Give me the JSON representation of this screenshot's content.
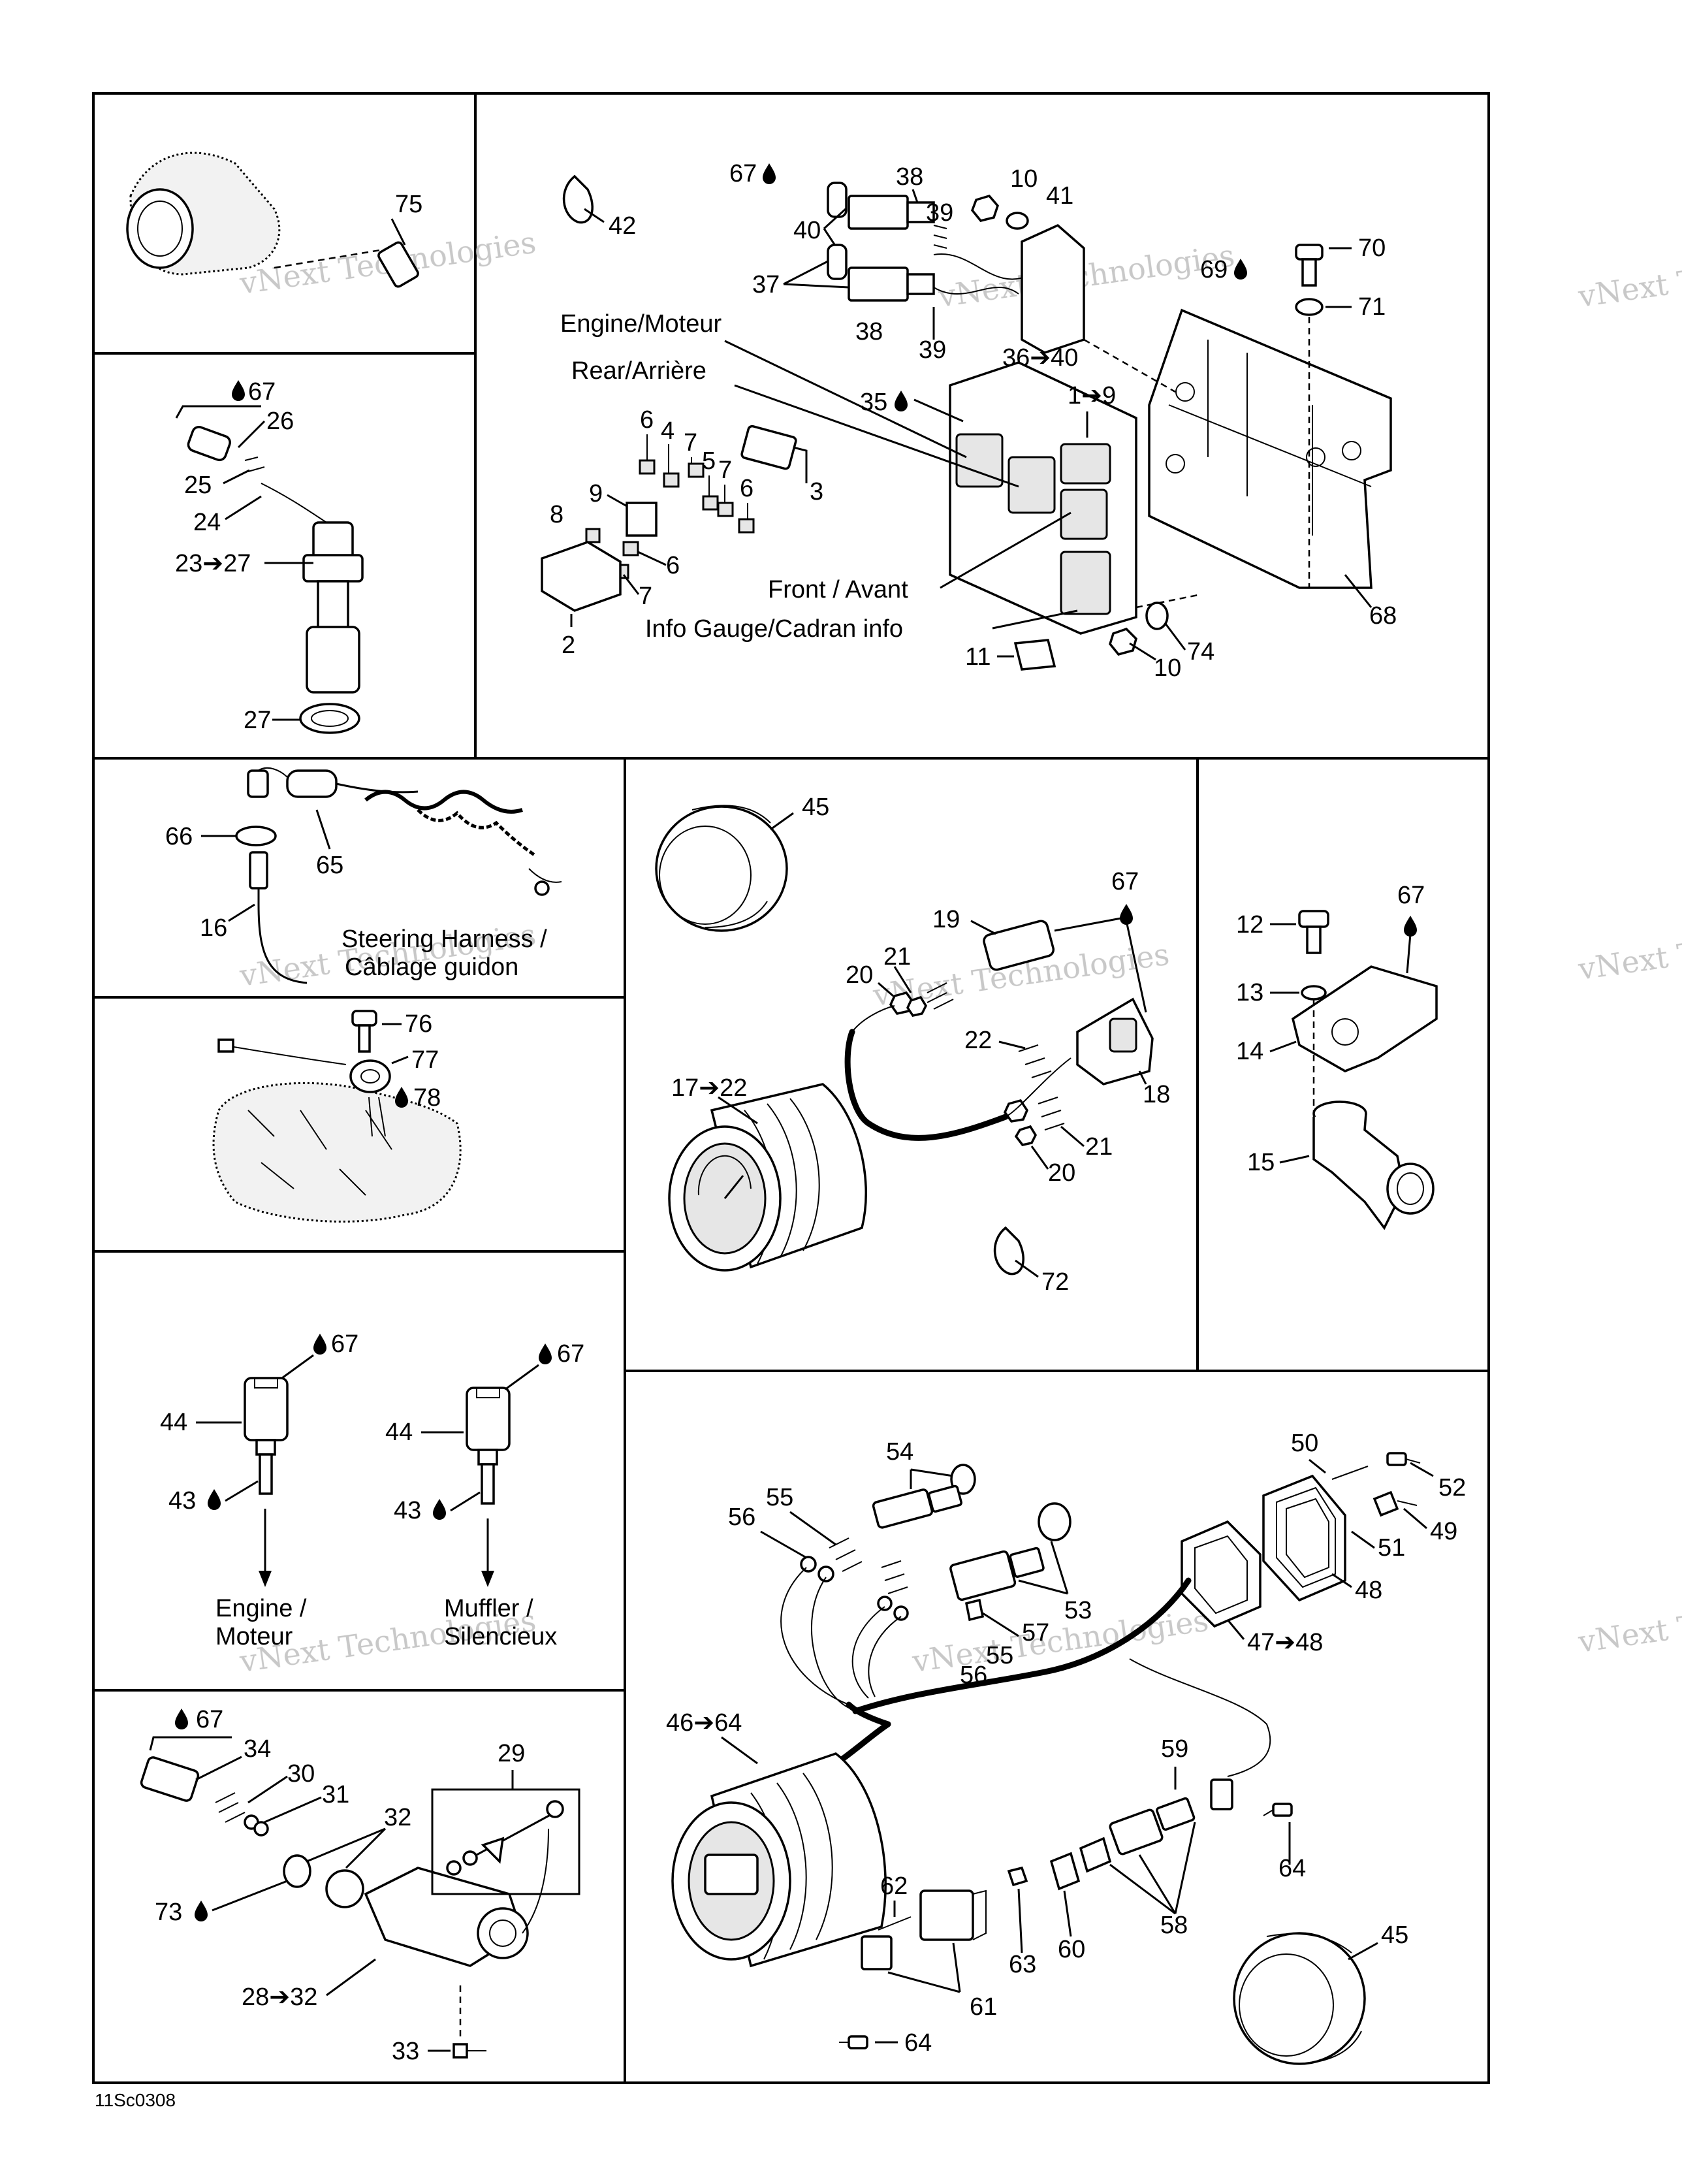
{
  "diagram_code": "11Sc0308",
  "watermark": {
    "line1": "vNext Technologies",
    "line2": "vNext",
    "line3": "Technologies"
  },
  "labels": {
    "engine_moteur": "Engine/Moteur",
    "rear_arriere": "Rear/Arrière",
    "front_avant": "Front / Avant",
    "info_gauge": "Info Gauge/Cadran info",
    "steering_harness_1": "Steering Harness /",
    "steering_harness_2": "Câblage guidon",
    "engine_1": "Engine /",
    "engine_2": "Moteur",
    "muffler_1": "Muffler /",
    "muffler_2": "Silencieux"
  },
  "callouts": {
    "n75": "75",
    "n67a": "67",
    "n38a": "38",
    "n10a": "10",
    "n41": "41",
    "n42": "42",
    "n40": "40",
    "n39a": "39",
    "n37": "37",
    "n38b": "38",
    "n39b": "39",
    "n3640": "36➔40",
    "n69": "69",
    "n70": "70",
    "n71": "71",
    "n35": "35",
    "n19": "1➔9",
    "n6a": "6",
    "n4": "4",
    "n7a": "7",
    "n5": "5",
    "n7b": "7",
    "n6b": "6",
    "n3": "3",
    "n9": "9",
    "n8": "8",
    "n6c": "6",
    "n7c": "7",
    "n2": "2",
    "n11": "11",
    "n10b": "10",
    "n74": "74",
    "n68": "68",
    "n67b": "67",
    "n26": "26",
    "n25": "25",
    "n24": "24",
    "n2327": "23➔27",
    "n27": "27",
    "n66": "66",
    "n65": "65",
    "n16": "16",
    "n76": "76",
    "n77": "77",
    "n78": "78",
    "n45a": "45",
    "n67c": "67",
    "n19b": "19",
    "n21a": "21",
    "n20a": "20",
    "n22": "22",
    "n1722": "17➔22",
    "n18": "18",
    "n21b": "21",
    "n20b": "20",
    "n72": "72",
    "n67d": "67",
    "n12": "12",
    "n13": "13",
    "n14": "14",
    "n15": "15",
    "n67e": "67",
    "n44a": "44",
    "n43a": "43",
    "n67f": "67",
    "n44b": "44",
    "n43b": "43",
    "n67g": "67",
    "n34": "34",
    "n30": "30",
    "n31": "31",
    "n29": "29",
    "n32": "32",
    "n73": "73",
    "n2832": "28➔32",
    "n33": "33",
    "n54": "54",
    "n55a": "55",
    "n56a": "56",
    "n50": "50",
    "n52": "52",
    "n49": "49",
    "n51": "51",
    "n48": "48",
    "n53": "53",
    "n57": "57",
    "n55b": "55",
    "n56b": "56",
    "n4748": "47➔48",
    "n4664": "46➔64",
    "n59": "59",
    "n64a": "64",
    "n62": "62",
    "n58": "58",
    "n63": "63",
    "n60": "60",
    "n61": "61",
    "n45b": "45",
    "n64b": "64"
  }
}
